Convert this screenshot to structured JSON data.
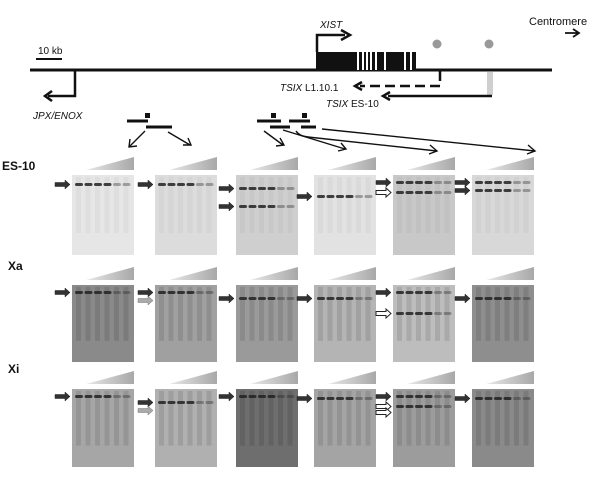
{
  "map": {
    "scale_label": "10 kb",
    "xist_label": "XIST",
    "centromere_label": "Centromere",
    "jpx_label": "JPX/ENOX",
    "tsix_l1_gene": "TSIX",
    "tsix_l1_suffix": " L1.10.1",
    "tsix_es_gene": "TSIX",
    "tsix_es_suffix": " ES-10"
  },
  "rows": [
    {
      "label": "ES-10"
    },
    {
      "label": "Xa"
    },
    {
      "label": "Xi"
    }
  ],
  "colors": {
    "ink": "#111111",
    "triangle": "#b0b0b0",
    "blot_light": "#e4e4e4",
    "blot_dark": "#6a6a6a"
  }
}
